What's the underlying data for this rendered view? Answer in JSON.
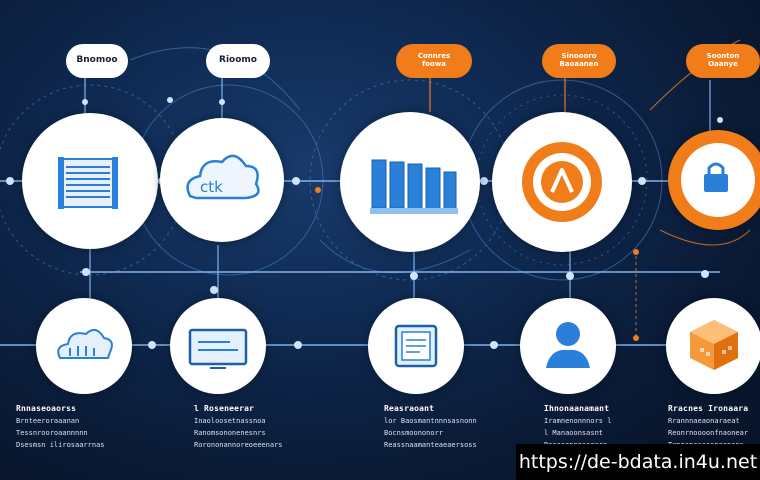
{
  "pills": [
    {
      "label": "Bnomoo",
      "style": "white"
    },
    {
      "label": "Rioomo",
      "style": "white"
    },
    {
      "label": "Connres\nfoowa",
      "style": "orange"
    },
    {
      "label": "Sinoooro\nBaoaanen",
      "style": "orange"
    },
    {
      "label": "Soonton\nOaanye",
      "style": "orange"
    }
  ],
  "top_nodes": [
    {
      "icon": "server-rack-icon"
    },
    {
      "icon": "cloud-icon",
      "text": "ctk"
    },
    {
      "icon": "database-columns-icon"
    },
    {
      "icon": "orange-shield-icon"
    },
    {
      "icon": "lock-icon"
    }
  ],
  "bottom_nodes": [
    {
      "icon": "cloud-storage-icon"
    },
    {
      "icon": "monitor-icon"
    },
    {
      "icon": "document-icon"
    },
    {
      "icon": "user-icon"
    },
    {
      "icon": "orange-cube-icon"
    }
  ],
  "captions": [
    {
      "title": "Rnnaseoaorss",
      "lines": [
        "Brnteeroraaanan",
        "Tessnrooroaannnnn",
        "Dsesmsn ilirosaarrnas"
      ]
    },
    {
      "title": "l Roseneerar",
      "lines": [
        "Inaoloosetnassnoa",
        "Ranomsononenesnrs",
        "Rorononannoreoeeenars"
      ]
    },
    {
      "title": "Reasraoant",
      "lines": [
        "lor Baosmantnnnsasnonn",
        "Bocnsmoononorr",
        "Reassnaamanteaeaersoss"
      ]
    },
    {
      "title": "Ihnonaanamant",
      "lines": [
        "Iramnenonnnors l",
        "l Manaoonsasnt",
        "Rooooonnnaorare"
      ]
    },
    {
      "title": "Rracnes Ironaara",
      "lines": [
        "Rrannnaeaonaraeat",
        "Reonrnoooonfnaonear",
        "Trnnonosoaoneanans"
      ]
    }
  ],
  "watermark": "https://de-bdata.in4u.net",
  "colors": {
    "accent_blue": "#2a7fd8",
    "accent_orange": "#f07d1a",
    "background": "#0f2a52"
  }
}
